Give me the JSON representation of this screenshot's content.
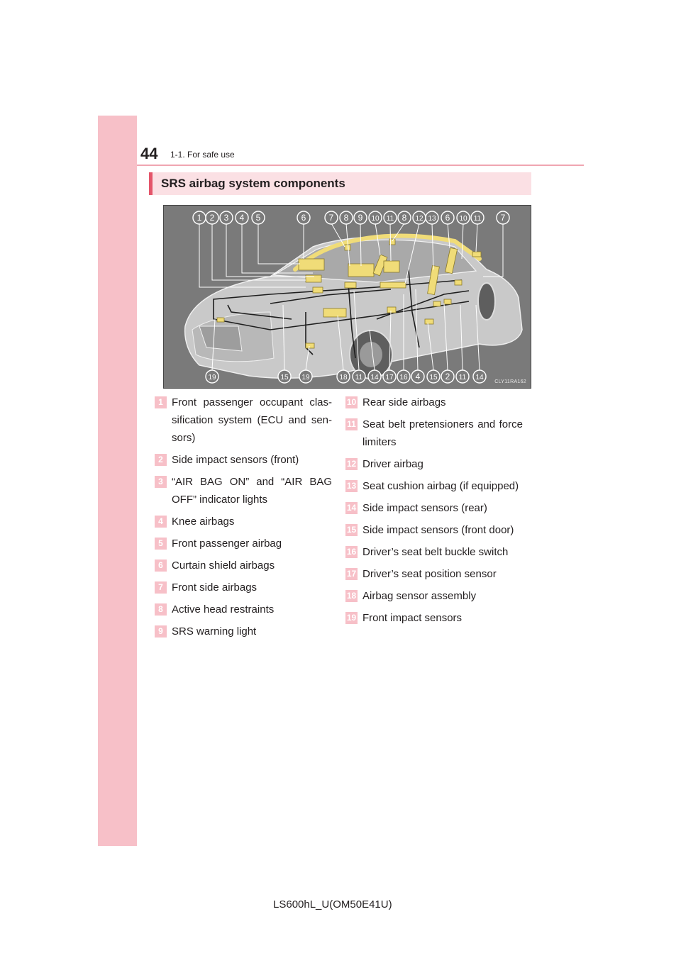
{
  "header": {
    "page_number": "44",
    "section": "1-1. For safe use"
  },
  "heading": "SRS airbag system components",
  "figure": {
    "top_callouts": [
      "1",
      "2",
      "3",
      "4",
      "5",
      "6",
      "7",
      "8",
      "9",
      "10",
      "11",
      "8",
      "12",
      "13",
      "6",
      "10",
      "11",
      "7"
    ],
    "bottom_callouts": [
      "19",
      "15",
      "19",
      "18",
      "11",
      "14",
      "17",
      "16",
      "4",
      "15",
      "2",
      "11",
      "14"
    ],
    "code": "CLY11RA162"
  },
  "legend_left": [
    {
      "num": "1",
      "text": "Front passenger occupant clas-sification system (ECU and sen-sors)"
    },
    {
      "num": "2",
      "text": "Side impact sensors (front)"
    },
    {
      "num": "3",
      "text": "“AIR BAG ON” and “AIR BAG OFF” indicator lights"
    },
    {
      "num": "4",
      "text": "Knee airbags"
    },
    {
      "num": "5",
      "text": "Front passenger airbag"
    },
    {
      "num": "6",
      "text": "Curtain shield airbags"
    },
    {
      "num": "7",
      "text": "Front side airbags"
    },
    {
      "num": "8",
      "text": "Active head restraints"
    },
    {
      "num": "9",
      "text": "SRS warning light"
    }
  ],
  "legend_right": [
    {
      "num": "10",
      "text": "Rear side airbags"
    },
    {
      "num": "11",
      "text": "Seat belt pretensioners and force limiters"
    },
    {
      "num": "12",
      "text": "Driver airbag"
    },
    {
      "num": "13",
      "text": "Seat cushion airbag (if equipped)"
    },
    {
      "num": "14",
      "text": "Side impact sensors (rear)"
    },
    {
      "num": "15",
      "text": "Side impact sensors (front door)"
    },
    {
      "num": "16",
      "text": "Driver’s seat belt buckle switch"
    },
    {
      "num": "17",
      "text": "Driver’s seat position sensor"
    },
    {
      "num": "18",
      "text": "Airbag sensor assembly"
    },
    {
      "num": "19",
      "text": "Front impact sensors"
    }
  ],
  "footer": "LS600hL_U(OM50E41U)",
  "colors": {
    "accent_pink": "#f7c0c8",
    "heading_bar": "#e4556a",
    "component_yellow": "#f0dc78"
  }
}
